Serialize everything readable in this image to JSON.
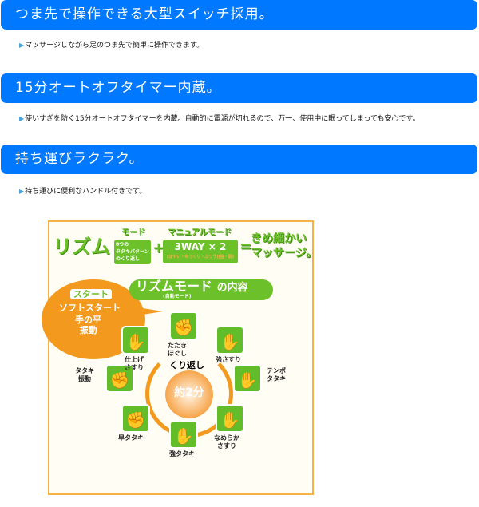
{
  "sections": [
    {
      "title": "つま先で操作できる大型スイッチ採用。",
      "text": "マッサージしながら足のつま先で簡単に操作できます。"
    },
    {
      "title": "15分オートオフタイマー内蔵。",
      "text": "使いすぎを防ぐ15分オートオフタイマーを内蔵。自動的に電源が切れるので、万一、使用中に眠ってしまっても安心です。"
    },
    {
      "title": "持ち運びラクラク。",
      "text": "持ち運びに便利なハンドル付きです。"
    }
  ],
  "bullet_icon": "triangle-right-icon",
  "diagram": {
    "rhythm": "リズム",
    "mode": "モード",
    "mode_desc": "8つの\nタタキパターン\nのくり返し",
    "plus": "+",
    "manual": "マニュアルモード",
    "way": "3WAY × 2",
    "way_sub": "(はやい・ゆっくり・ふつう)(強・弱)",
    "equals": "=",
    "result": "きめ細かい\nマッサージ。",
    "rm_title": "リズムモード",
    "rm_sub": "(自動モード)",
    "rm_of": "の内容",
    "start": "スタート",
    "soft": "ソフトスタート",
    "palm": "手の平\n振動",
    "repeat": "くり返し",
    "duration": "約2分",
    "steps": [
      "たたき\nほぐし",
      "強さすり",
      "テンポ\nタタキ",
      "なめらか\nさすり",
      "強タタキ",
      "早タタキ",
      "タタキ\n振動",
      "仕上げ\nさすり"
    ]
  },
  "colors": {
    "header": "#0078ff",
    "green": "#6cc02a",
    "orange": "#f39a1e"
  }
}
